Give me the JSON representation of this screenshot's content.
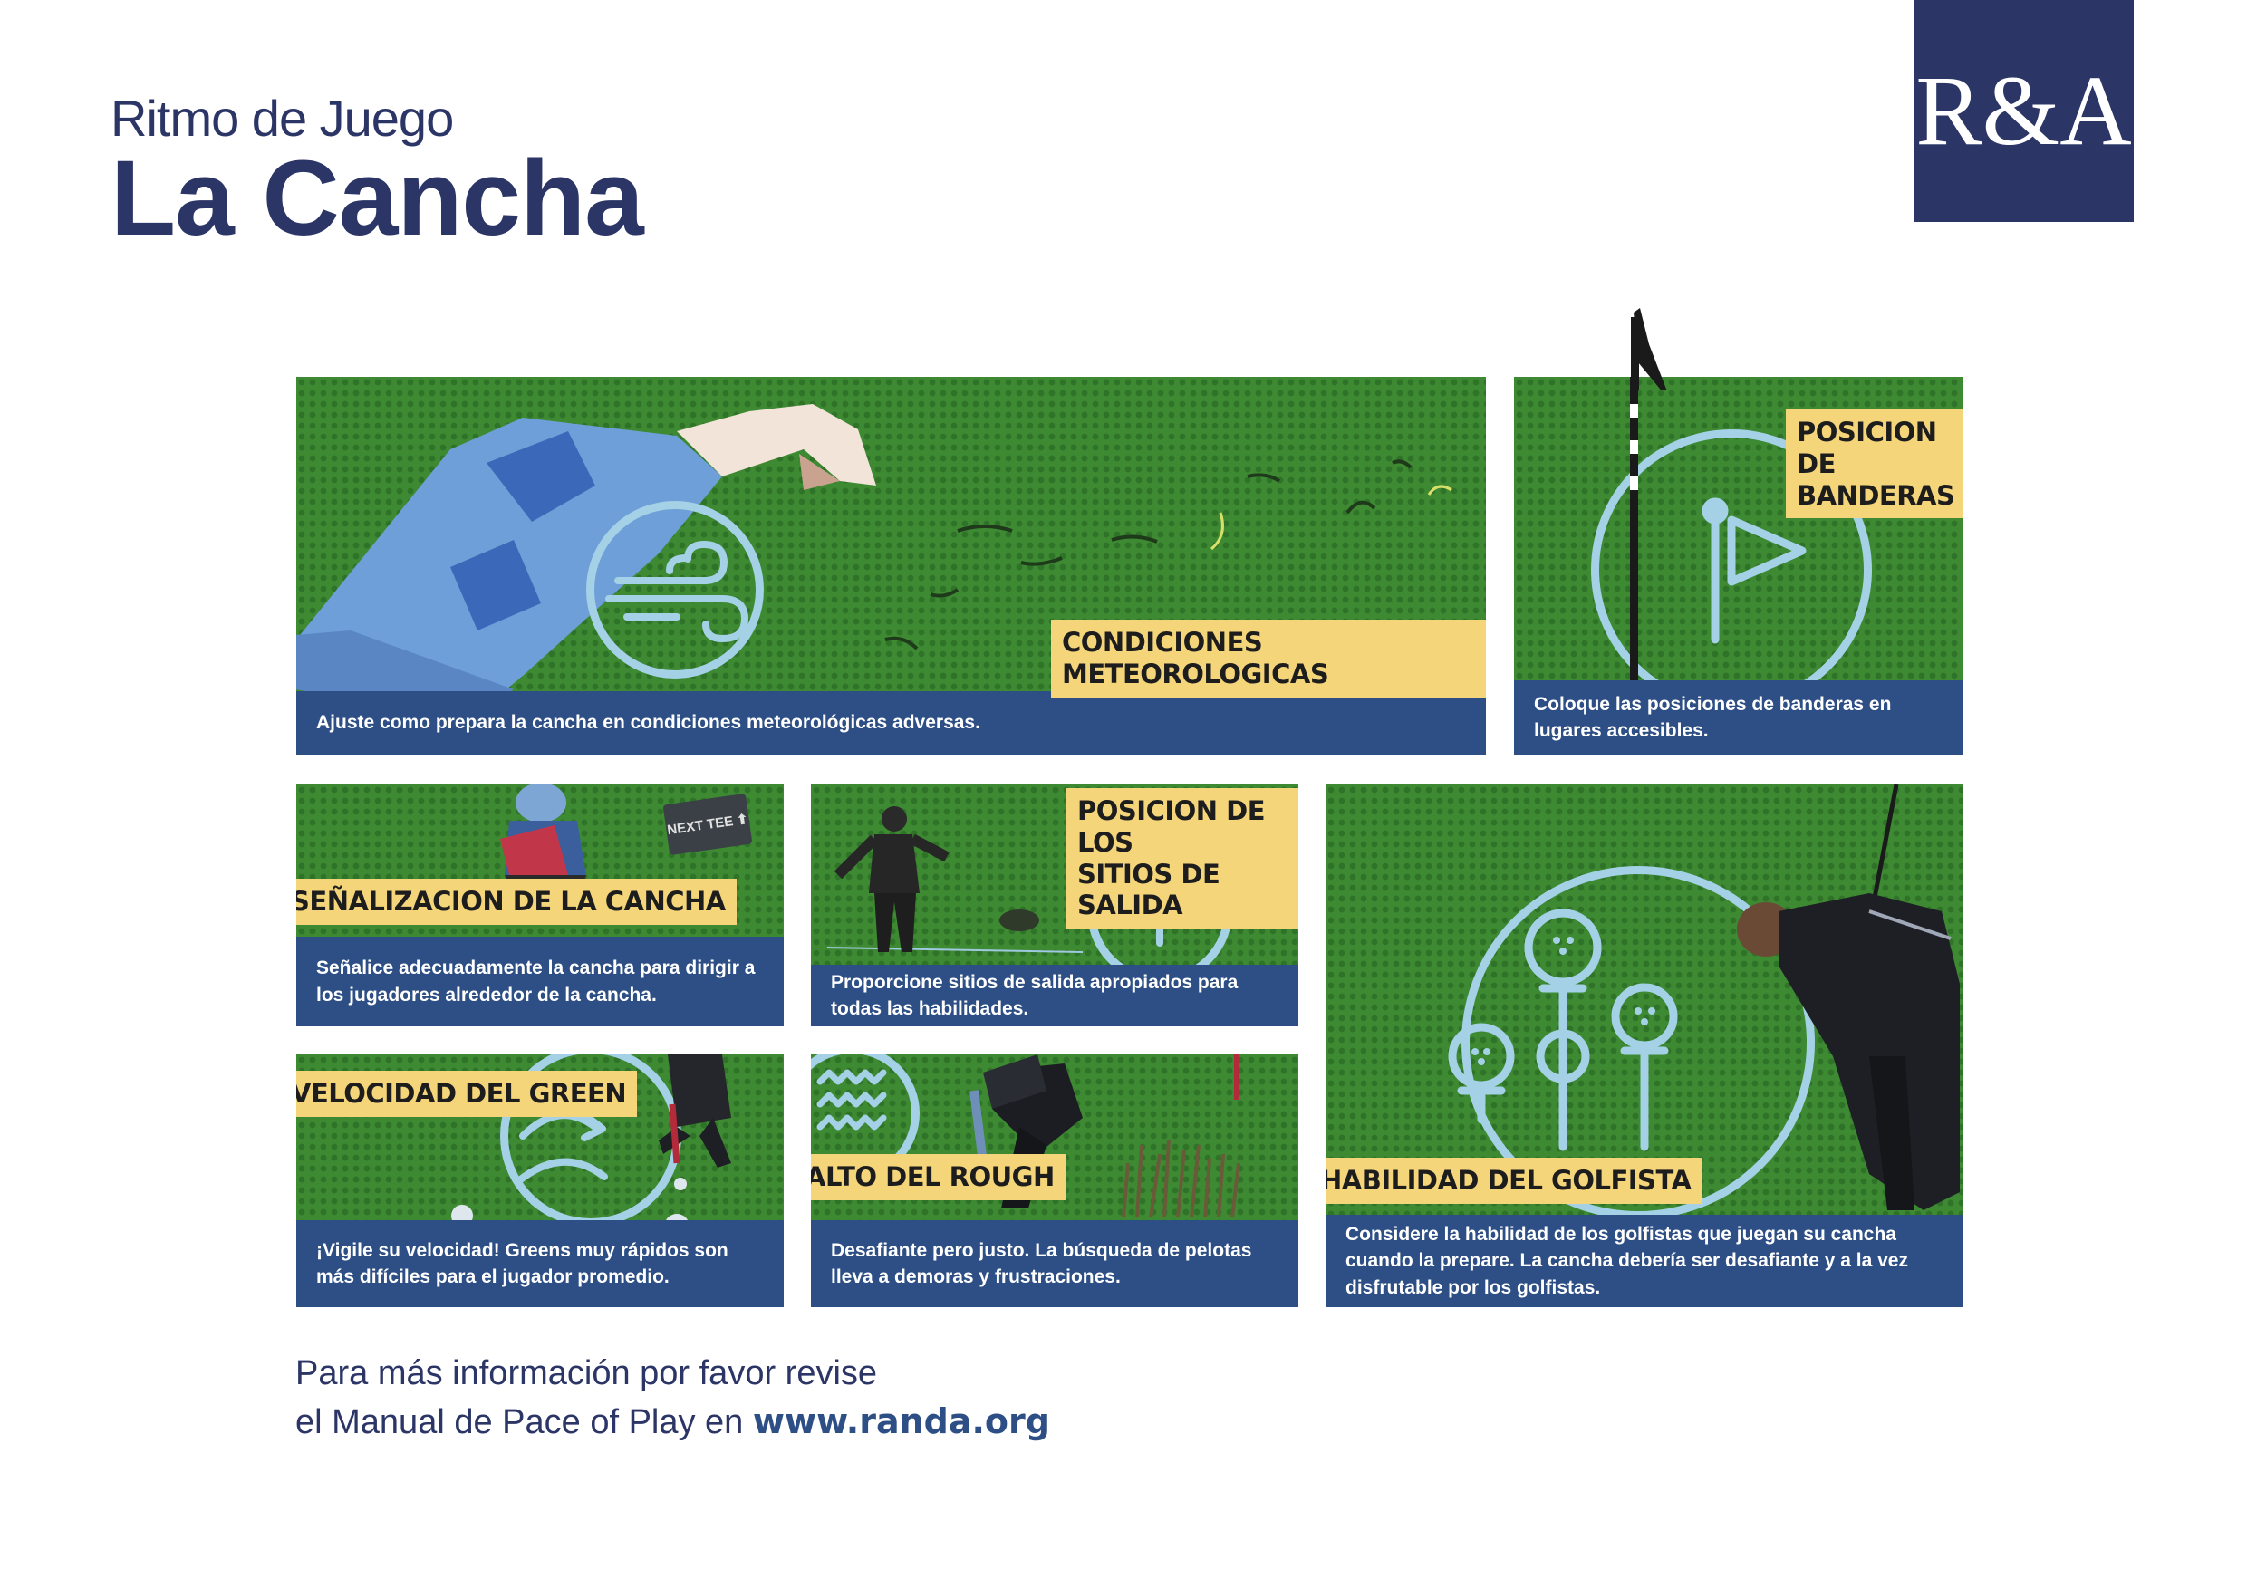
{
  "header": {
    "subtitle": "Ritmo de Juego",
    "title": "La Cancha",
    "logo_text": "R&A"
  },
  "panels": {
    "weather": {
      "tag": "CONDICIONES METEOROLOGICAS",
      "caption": "Ajuste como prepara la cancha en condiciones meteorológicas adversas.",
      "icon": "wind-icon"
    },
    "flags": {
      "tag_line1": "POSICION DE",
      "tag_line2": "BANDERAS",
      "caption": "Coloque las posiciones de banderas en lugares accesibles.",
      "icon": "flag-pin-icon"
    },
    "signage": {
      "tag": "SEÑALIZACION DE LA CANCHA",
      "sign_text": "NEXT TEE",
      "caption": "Señalice adecuadamente la cancha para dirigir a los jugadores alrededor de la cancha."
    },
    "tees": {
      "tag_line1": "POSICION DE LOS",
      "tag_line2": "SITIOS DE SALIDA",
      "caption": "Proporcione sitios de salida apropiados para todas las habilidades.",
      "icon": "location-pin-icon"
    },
    "green": {
      "tag": "VELOCIDAD DEL GREEN",
      "caption": "¡Vigile su velocidad! Greens muy rápidos son más difíciles para el jugador promedio.",
      "icon": "speed-arrows-icon"
    },
    "rough": {
      "tag": "ALTO DEL ROUGH",
      "caption": "Desafiante pero justo. La búsqueda de pelotas lleva a demoras y frustraciones.",
      "icon": "waves-icon"
    },
    "skill": {
      "tag": "HABILIDAD DEL GOLFISTA",
      "caption": "Considere la habilidad de los golfistas que juegan su cancha cuando la prepare. La cancha debería ser desafiante y a la vez disfrutable por los golfistas.",
      "icon": "golf-balls-on-tees-icon"
    }
  },
  "footer": {
    "line1": "Para más información por favor revise",
    "line2_prefix": "el Manual de Pace of Play en",
    "url": "www.randa.org"
  },
  "colors": {
    "navy": "#2b3566",
    "caption_blue": "#2d4f85",
    "turf_green": "#3e8a33",
    "tag_yellow": "#f5d57a",
    "icon_blue": "#a4d1e6"
  }
}
